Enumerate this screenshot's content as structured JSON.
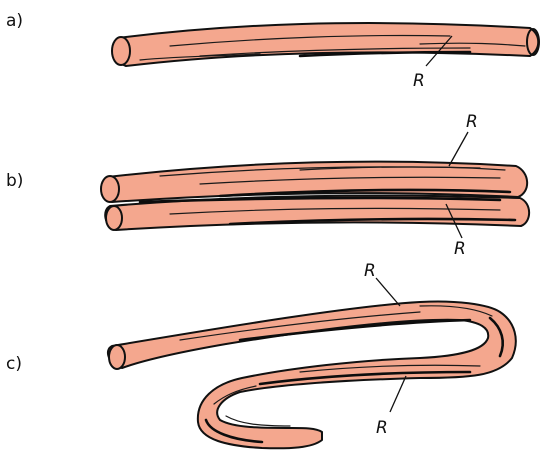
{
  "colors": {
    "tube_fill": "#f4a78e",
    "outline": "#111111",
    "background": "#ffffff"
  },
  "panels": [
    {
      "label": "a)",
      "r_labels": [
        "R"
      ]
    },
    {
      "label": "b)",
      "r_labels": [
        "R",
        "R"
      ]
    },
    {
      "label": "c)",
      "r_labels": [
        "R",
        "R"
      ]
    }
  ]
}
